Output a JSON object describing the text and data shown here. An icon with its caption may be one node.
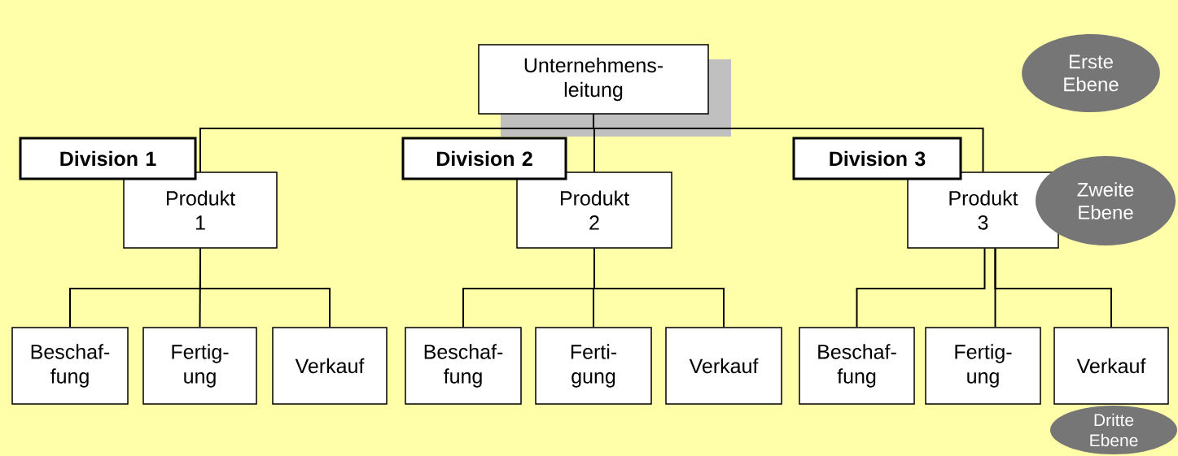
{
  "diagram": {
    "nodes": [
      {
        "text": [
          "Unternehmens- leitung"
        ]
      },
      {
        "text": [
          "Erste Ebene"
        ]
      },
      {
        "text": [
          "Division 1"
        ]
      },
      {
        "text": [
          "Division 2"
        ]
      },
      {
        "text": [
          "Division 3"
        ]
      },
      {
        "text": [
          "Produkt 1"
        ]
      },
      {
        "text": [
          "Produkt 2"
        ]
      },
      {
        "text": [
          "Produkt 3"
        ]
      },
      {
        "text": [
          "Zweite Ebene"
        ]
      },
      {
        "text": [
          "Beschaf- fung"
        ]
      },
      {
        "text": [
          "Fertig- ung"
        ]
      },
      {
        "text": [
          "Verkauf"
        ]
      },
      {
        "text": [
          "Beschaf- fung"
        ]
      },
      {
        "text": [
          "Ferti- gung"
        ]
      },
      {
        "text": [
          "Verkauf"
        ]
      },
      {
        "text": [
          "Beschaf- fung"
        ]
      },
      {
        "text": [
          "Fertig- ung"
        ]
      },
      {
        "text": [
          "Verkauf"
        ]
      },
      {
        "text": [
          "Dritte Ebene"
        ]
      }
    ],
    "edges": [
      {
        "from": 0,
        "to": 5,
        "arrow": "none"
      },
      {
        "from": 0,
        "to": 6,
        "arrow": "none"
      },
      {
        "from": 0,
        "to": 7,
        "arrow": "none"
      },
      {
        "from": 5,
        "to": 9,
        "arrow": "none"
      },
      {
        "from": 5,
        "to": 10,
        "arrow": "none"
      },
      {
        "from": 5,
        "to": 11,
        "arrow": "none"
      },
      {
        "from": 6,
        "to": 12,
        "arrow": "none"
      },
      {
        "from": 6,
        "to": 13,
        "arrow": "none"
      },
      {
        "from": 6,
        "to": 14,
        "arrow": "none"
      },
      {
        "from": 7,
        "to": 15,
        "arrow": "none"
      },
      {
        "from": 7,
        "to": 16,
        "arrow": "none"
      },
      {
        "from": 7,
        "to": 17,
        "arrow": "none"
      }
    ]
  }
}
